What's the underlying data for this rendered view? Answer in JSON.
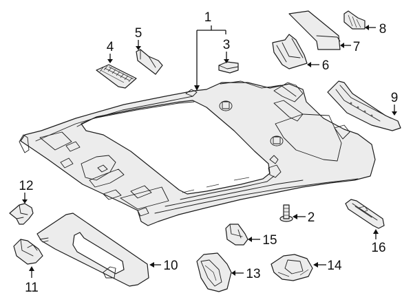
{
  "diagram": {
    "title": "Roof headliner and interior trim components",
    "type": "exploded-parts-diagram",
    "colors": {
      "line": "#1a1a1a",
      "part_fill": "#ececec",
      "background": "#ffffff"
    },
    "callouts": [
      {
        "id": "1",
        "label": "1",
        "part": "headliner-assembly"
      },
      {
        "id": "2",
        "label": "2",
        "part": "retainer-clip"
      },
      {
        "id": "3",
        "label": "3",
        "part": "cover-pad"
      },
      {
        "id": "4",
        "label": "4",
        "part": "vent-grille"
      },
      {
        "id": "5",
        "label": "5",
        "part": "bracket-trim"
      },
      {
        "id": "6",
        "label": "6",
        "part": "mounting-bracket"
      },
      {
        "id": "7",
        "label": "7",
        "part": "insulation-pad"
      },
      {
        "id": "8",
        "label": "8",
        "part": "connector-clip"
      },
      {
        "id": "9",
        "label": "9",
        "part": "side-trim-rail"
      },
      {
        "id": "10",
        "label": "10",
        "part": "sun-visor"
      },
      {
        "id": "11",
        "label": "11",
        "part": "visor-bracket"
      },
      {
        "id": "12",
        "label": "12",
        "part": "visor-clip"
      },
      {
        "id": "13",
        "label": "13",
        "part": "grab-handle-mount"
      },
      {
        "id": "14",
        "label": "14",
        "part": "dome-lamp-housing"
      },
      {
        "id": "15",
        "label": "15",
        "part": "lamp-cover"
      },
      {
        "id": "16",
        "label": "16",
        "part": "reading-lamp-lens"
      }
    ]
  }
}
